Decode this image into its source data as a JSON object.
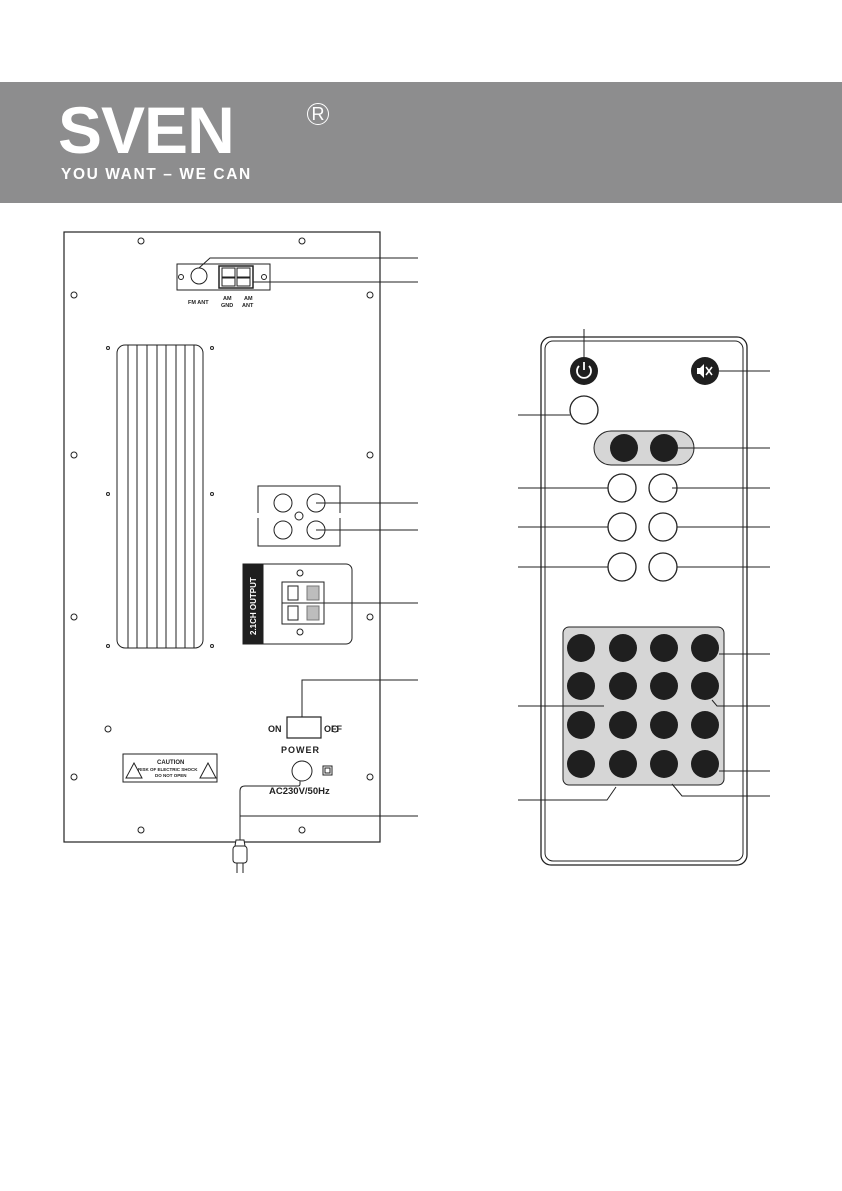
{
  "header": {
    "brand": "SVEN",
    "registered_mark": "R",
    "slogan": "YOU WANT – WE CAN",
    "band_color": "#8d8d8e"
  },
  "rear_panel": {
    "fm_ant_label": "FM ANT",
    "am_gnd_label_line1": "AM",
    "am_gnd_label_line2": "GND",
    "am_ant_label_line1": "AM",
    "am_ant_label_line2": "ANT",
    "output_label": "2.1CH OUTPUT",
    "switch_on_label": "ON",
    "switch_off_label": "OFF",
    "power_label": "POWER",
    "ac_label": "AC230V/50Hz",
    "caution_title": "CAUTION",
    "caution_line1": "RISK OF ELECTRIC SHOCK",
    "caution_line2": "DO NOT OPEN"
  },
  "remote": {
    "power_icon": "power-icon",
    "mute_icon": "mute-icon",
    "button_color": "#1f1f1f",
    "keypad_color": "#d6d6d6"
  }
}
